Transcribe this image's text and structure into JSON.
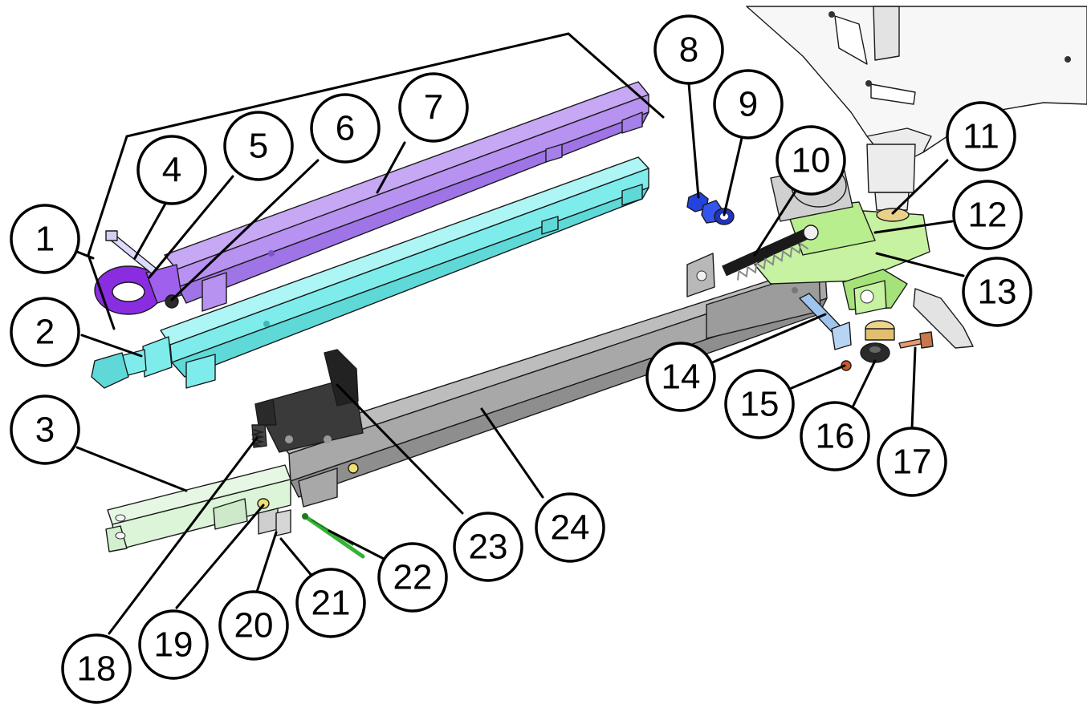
{
  "diagram": {
    "type": "exploded-parts-view",
    "colors": {
      "drawbar_purple": "#b792f0",
      "drawbar_cyan": "#7fecec",
      "main_beam_gray": "#a8a8a8",
      "yoke_green": "#b9ee8e",
      "hitch_dark": "#2a2a2a",
      "clevis_lightgreen": "#dcf5d9",
      "nut_blue": "#2244dd",
      "ring_eye_violet": "#8a2ce0",
      "pin_lightblue": "#9fc4ee",
      "bushing_yellow": "#ead08a",
      "bolt_copper": "#e89a70",
      "spring_clip_green": "#33b233"
    },
    "callouts": [
      {
        "id": "c1",
        "label": "1"
      },
      {
        "id": "c2",
        "label": "2"
      },
      {
        "id": "c3",
        "label": "3"
      },
      {
        "id": "c4",
        "label": "4"
      },
      {
        "id": "c5",
        "label": "5"
      },
      {
        "id": "c6",
        "label": "6"
      },
      {
        "id": "c7",
        "label": "7"
      },
      {
        "id": "c8",
        "label": "8"
      },
      {
        "id": "c9",
        "label": "9"
      },
      {
        "id": "c10",
        "label": "10"
      },
      {
        "id": "c11",
        "label": "11"
      },
      {
        "id": "c12",
        "label": "12"
      },
      {
        "id": "c13",
        "label": "13"
      },
      {
        "id": "c14",
        "label": "14"
      },
      {
        "id": "c15",
        "label": "15"
      },
      {
        "id": "c16",
        "label": "16"
      },
      {
        "id": "c17",
        "label": "17"
      },
      {
        "id": "c18",
        "label": "18"
      },
      {
        "id": "c19",
        "label": "19"
      },
      {
        "id": "c20",
        "label": "20"
      },
      {
        "id": "c21",
        "label": "21"
      },
      {
        "id": "c22",
        "label": "22"
      },
      {
        "id": "c23",
        "label": "23"
      },
      {
        "id": "c24",
        "label": "24"
      }
    ]
  }
}
